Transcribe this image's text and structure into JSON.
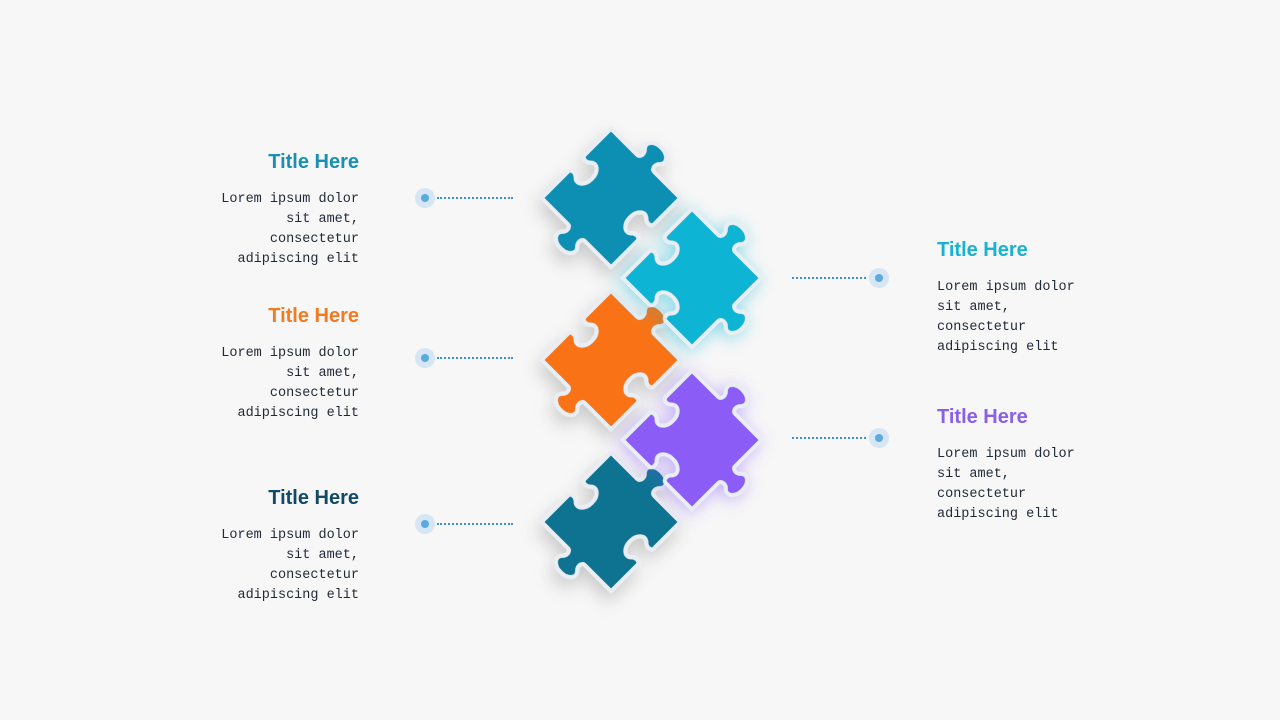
{
  "colors": {
    "background": "#f7f7f7",
    "piece_1": "#0a8fb4",
    "piece_2": "#0ab4d4",
    "piece_3": "#f97316",
    "piece_4": "#8b5cf6",
    "piece_5": "#0f7391",
    "connector_dot": "#5aaae0",
    "connector_line": "#3b8fd4"
  },
  "items": [
    {
      "title": "Title Here",
      "body": "Lorem ipsum dolor\nsit amet,\nconsectetur\nadipiscing elit",
      "color": "#1a8fb4",
      "side": "left"
    },
    {
      "title": "Title Here",
      "body": "Lorem ipsum dolor\nsit amet,\nconsectetur\nadipiscing elit",
      "color": "#18b2d2",
      "side": "right"
    },
    {
      "title": "Title Here",
      "body": "Lorem ipsum dolor\nsit amet,\nconsectetur\nadipiscing elit",
      "color": "#f47a1f",
      "side": "left"
    },
    {
      "title": "Title Here",
      "body": "Lorem ipsum dolor\nsit amet,\nconsectetur\nadipiscing elit",
      "color": "#8b5fe6",
      "side": "right"
    },
    {
      "title": "Title Here",
      "body": "Lorem ipsum dolor\nsit amet,\nconsectetur\nadipiscing elit",
      "color": "#124a66",
      "side": "left"
    }
  ]
}
